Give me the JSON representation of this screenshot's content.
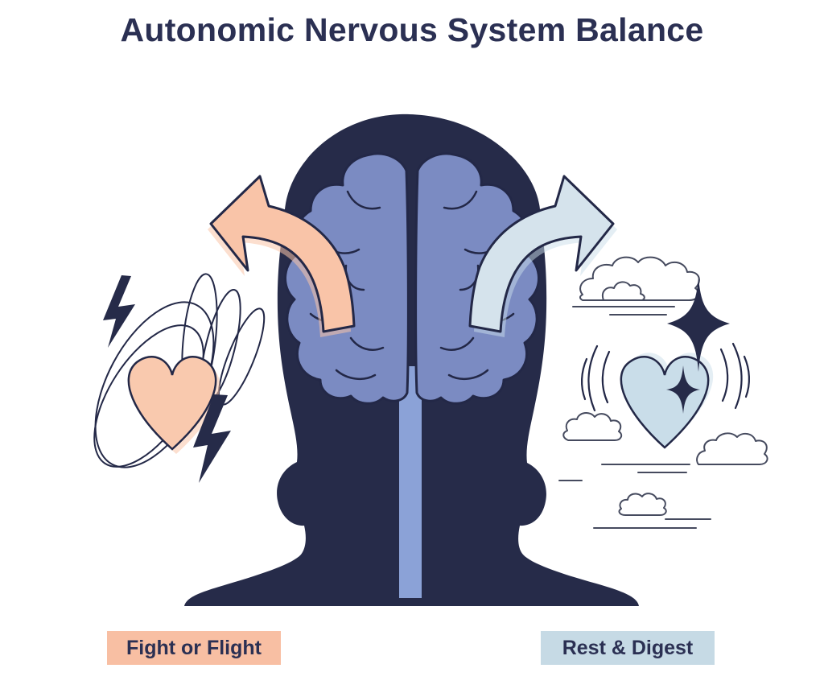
{
  "title": "Autonomic Nervous System Balance",
  "labels": {
    "left": "Fight or Flight",
    "right": "Rest & Digest"
  },
  "illustration": {
    "center": "head-silhouette-with-brain",
    "left_side_icons": [
      "left-curved-arrow-icon",
      "lightning-bolt-icon",
      "scribble-lines",
      "racing-heart-icon",
      "lightning-bolt-icon"
    ],
    "right_side_icons": [
      "right-curved-arrow-icon",
      "cloud-icon",
      "sparkle-icon",
      "calm-heart-icon",
      "heartbeat-arc-lines",
      "breeze-lines"
    ]
  },
  "colors": {
    "background": "#ffffff",
    "ink": "#262b49",
    "outline": "#232847",
    "title_text": "#2b3053",
    "brain": "#7b8bc2",
    "spinal_cord": "#8ba2d7",
    "sympathetic": "#f9c4a8",
    "sympathetic_heart": "#f9c9ae",
    "sympathetic_label_bg": "#f8bfa3",
    "parasympathetic": "#d5e3ec",
    "parasympathetic_heart": "#c9dde9",
    "parasympathetic_label_bg": "#c6dae5",
    "sketch_line": "#454a5e"
  }
}
